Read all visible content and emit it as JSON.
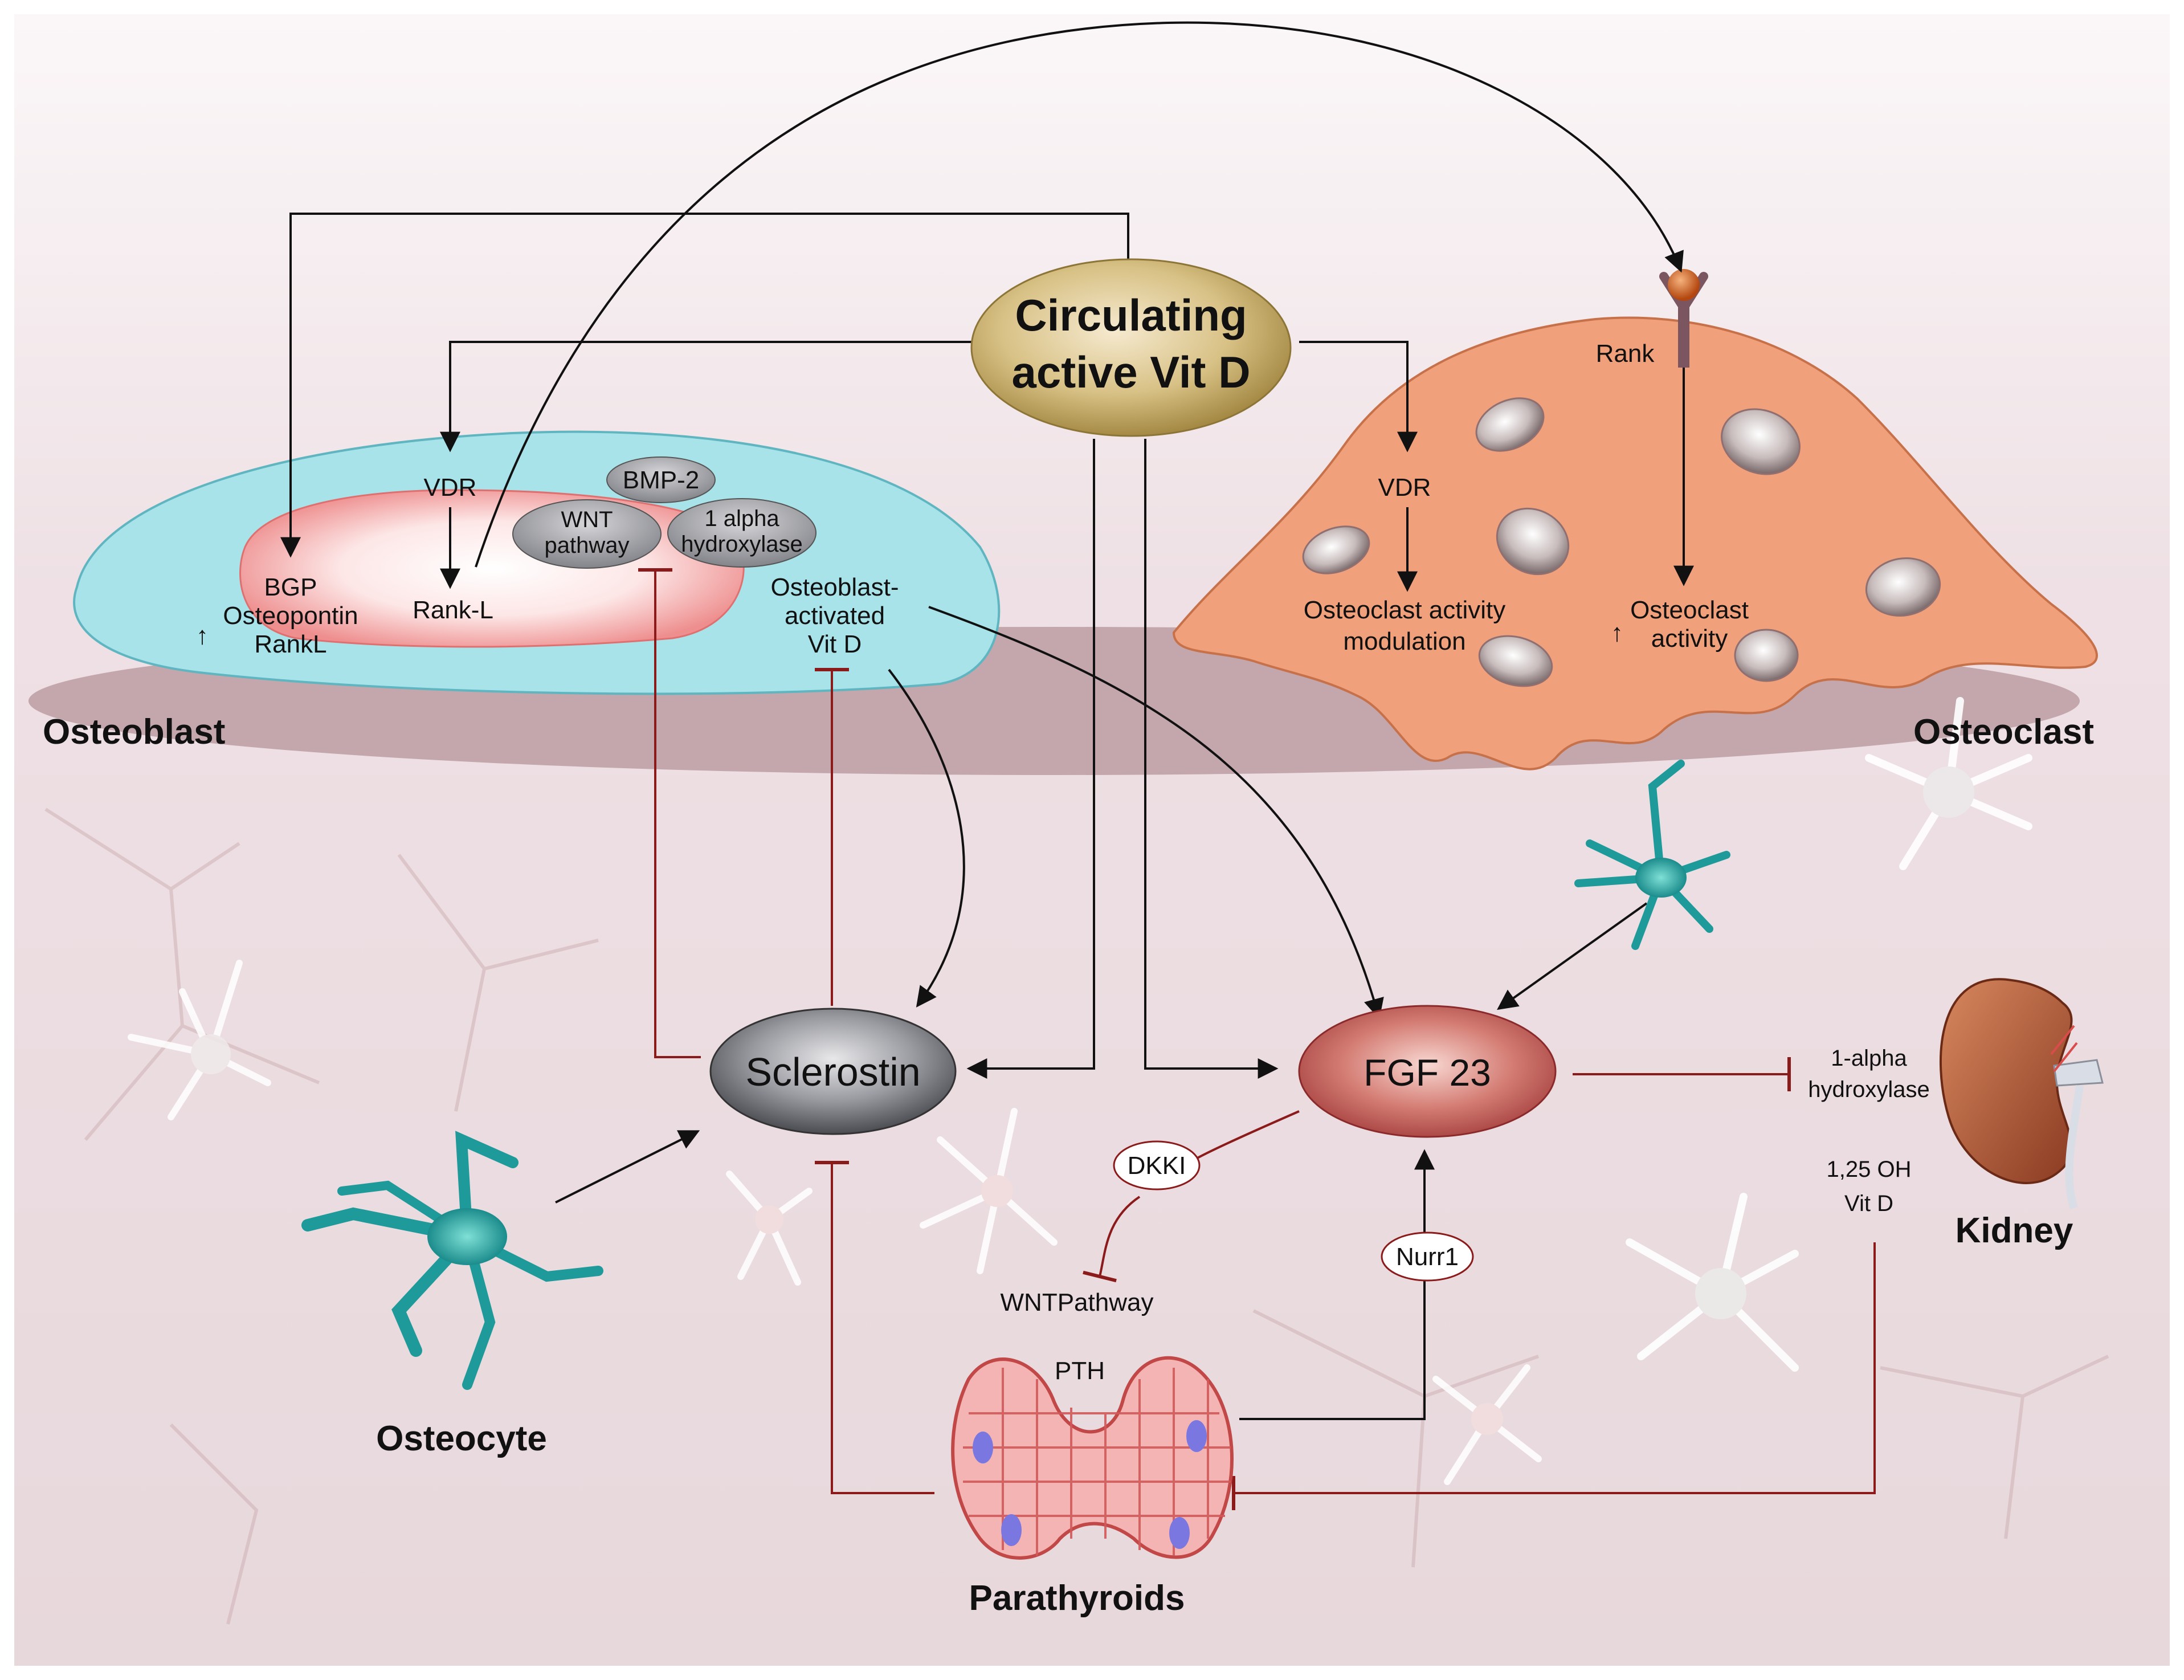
{
  "labels": {
    "vit_d_line1": "Circulating",
    "vit_d_line2": "active  Vit D",
    "osteoblast": "Osteoblast",
    "osteoclast": "Osteoclast",
    "osteocyte": "Osteocyte",
    "kidney": "Kidney",
    "parathyroids": "Parathyroids",
    "sclerostin": "Sclerostin",
    "fgf23": "FGF 23",
    "vdr_left": "VDR",
    "rank_l": "Rank-L",
    "bgp": "BGP",
    "osteopontin": "Osteopontin",
    "rankl": "RankL",
    "bmp2": "BMP-2",
    "wnt_line1": "WNT",
    "wnt_line2": "pathway",
    "one_alpha_line1": "1 alpha",
    "one_alpha_line2": "hydroxylase",
    "ob_vitd_line1": "Osteoblast-",
    "ob_vitd_line2": "activated",
    "ob_vitd_line3": "Vit D",
    "vdr_right": "VDR",
    "rank": "Rank",
    "oc_mod_line1": "Osteoclast activity",
    "oc_mod_line2": "modulation",
    "oc_act_line1": "Osteoclast",
    "oc_act_line2": "activity",
    "dkk1": "DKKI",
    "wnt_pathway": "WNTPathway",
    "nurr1": "Nurr1",
    "pth": "PTH",
    "kidney_enzyme_line1": "1-alpha",
    "kidney_enzyme_line2": "hydroxylase",
    "calcitriol_line1": "1,25 OH",
    "calcitriol_line2": "Vit D",
    "up_arrow": "↑"
  },
  "colors": {
    "vit_d": "#c7ad6a",
    "osteoblast_cell": "#a9e3ea",
    "osteoblast_nucleus": "#f29a9a",
    "osteoclast_cell": "#f0a07a",
    "sclerostin": "#7f8087",
    "fgf23": "#c85a5a",
    "osteocyte": "#1e9a9a",
    "inhibition": "#8b1a1a",
    "activation": "#111111",
    "parathyroid": "#e88080",
    "kidney": "#b0573a"
  }
}
